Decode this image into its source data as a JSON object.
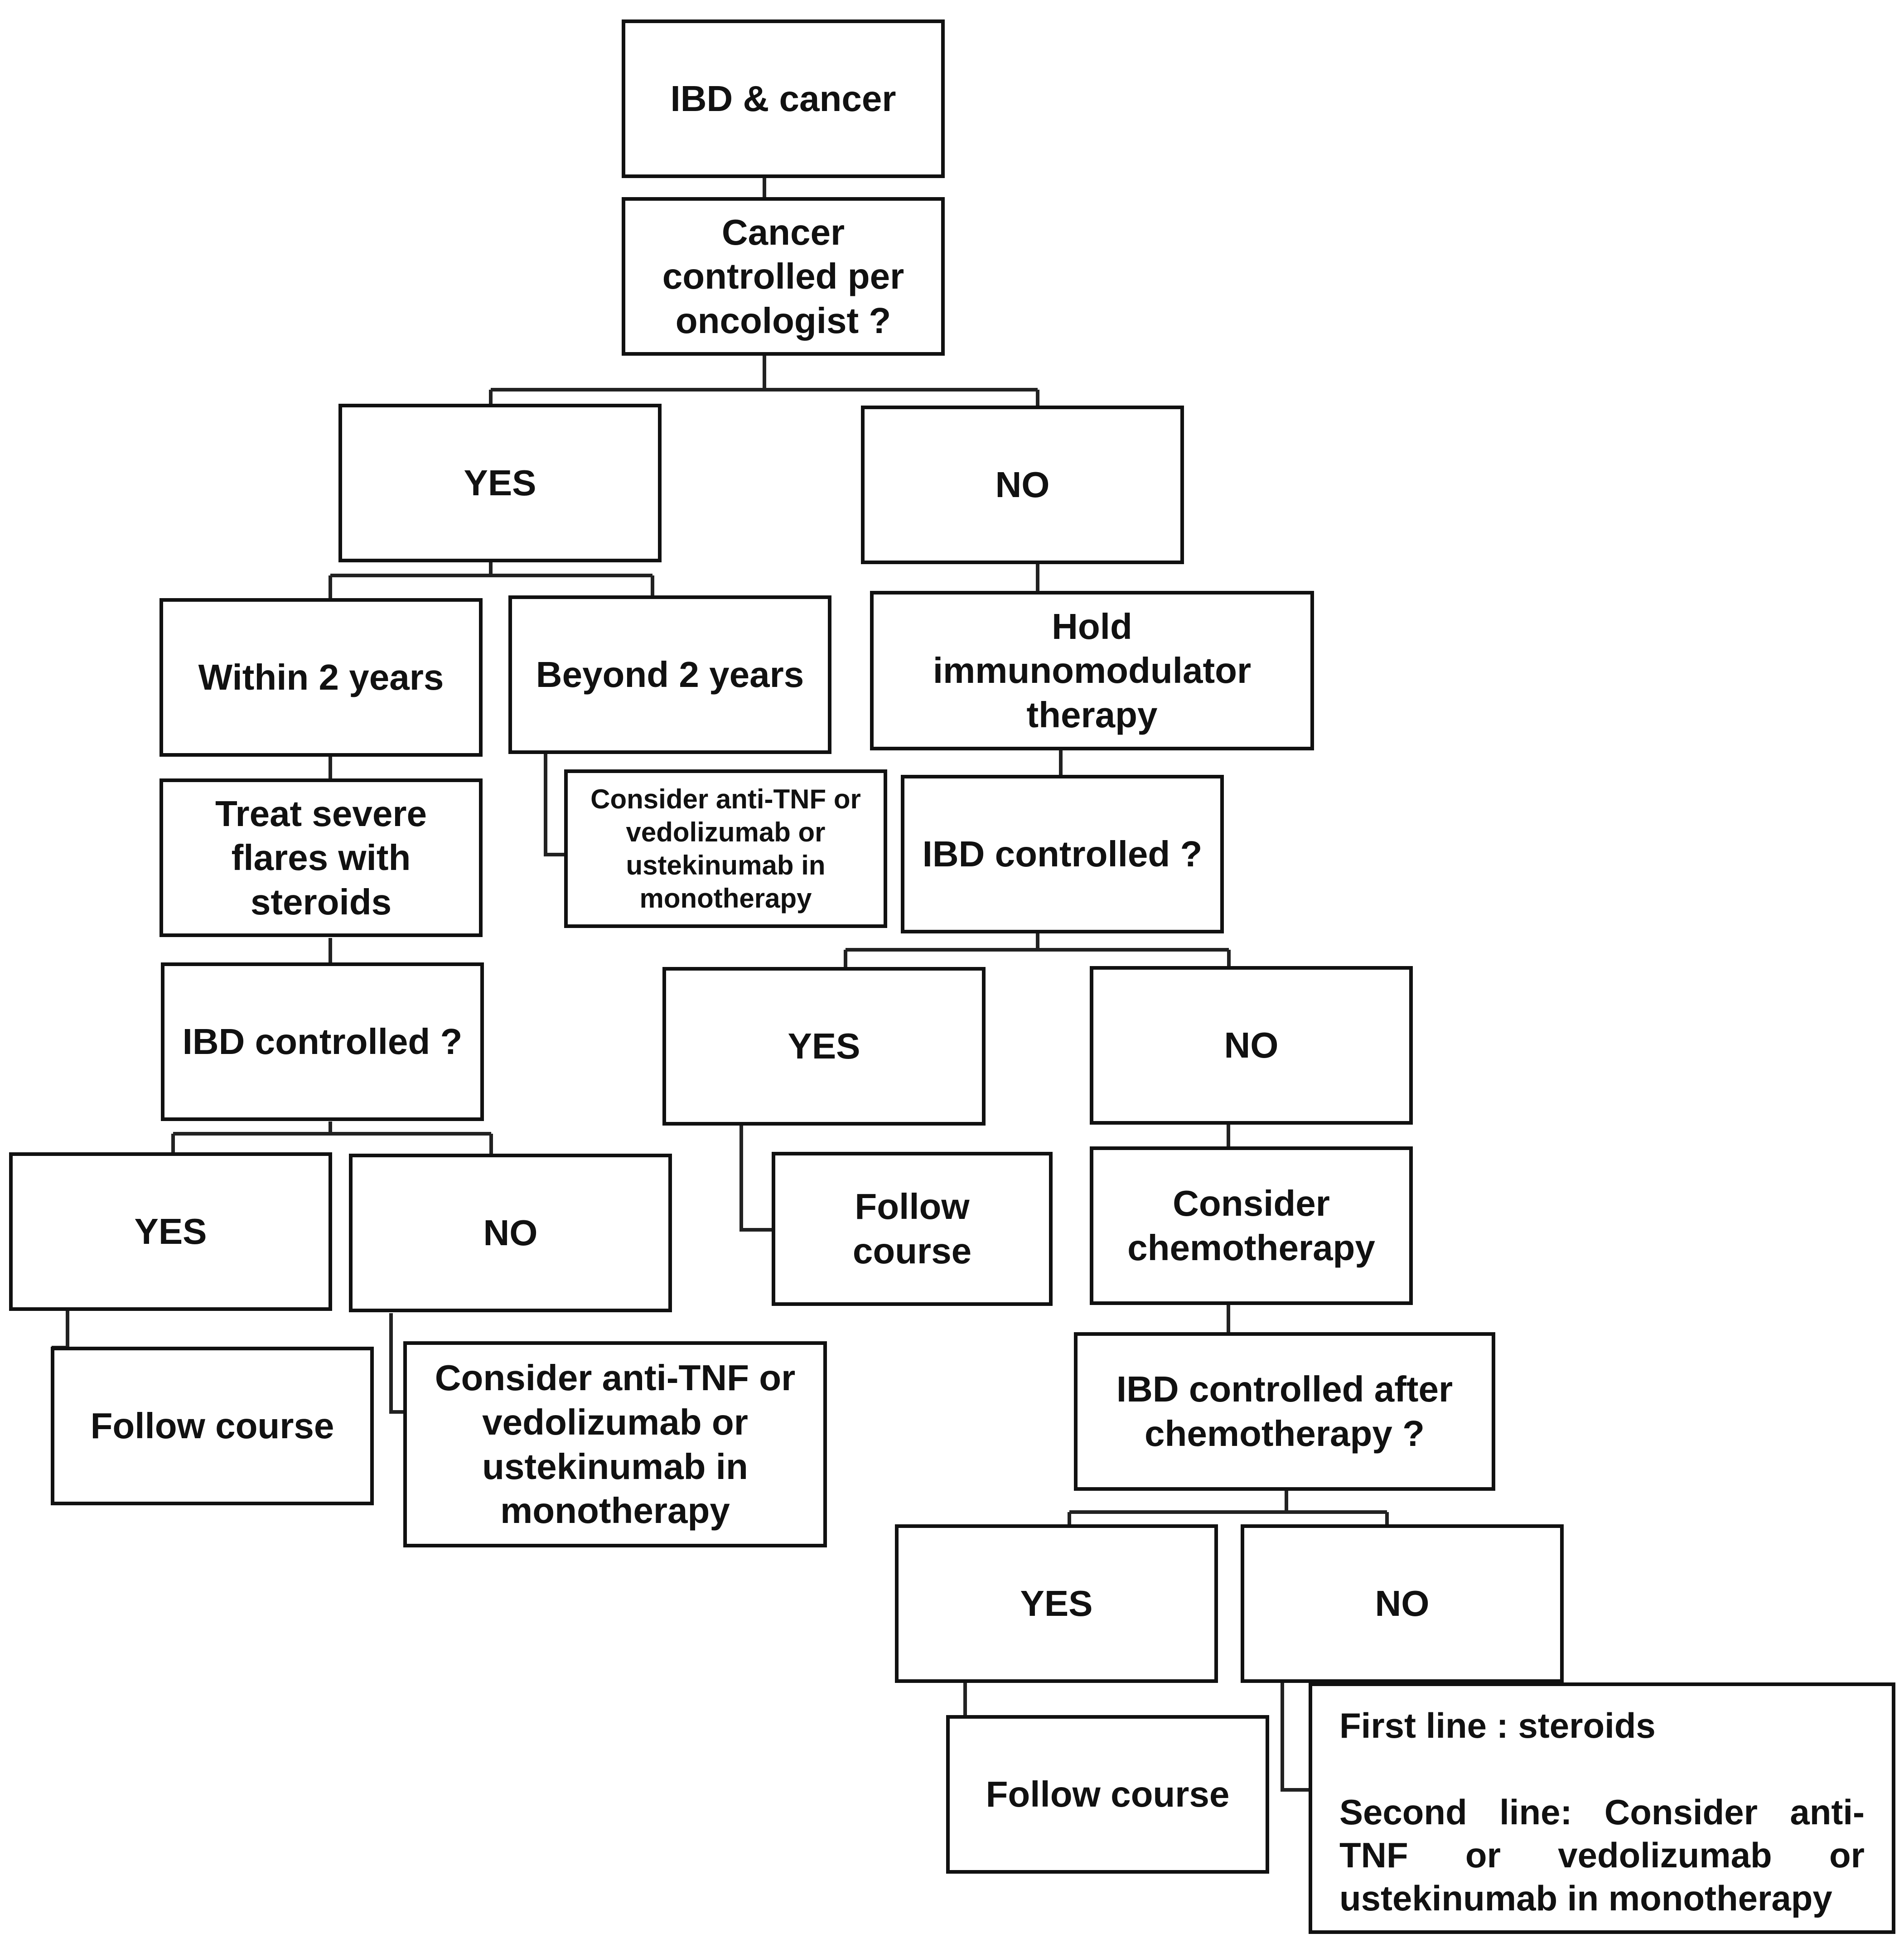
{
  "nodes": {
    "root": "IBD & cancer",
    "q_cancer": "Cancer\ncontrolled per\noncologist ?",
    "yes1": "YES",
    "no1": "NO",
    "within2": "Within 2 years",
    "beyond2": "Beyond 2 years",
    "beyond2_consider": "Consider anti-TNF or\nvedolizumab or\nustekinumab in\nmonotherapy",
    "treat_steroids": "Treat severe\nflares with\nsteroids",
    "q_ibd_left": "IBD controlled ?",
    "yes_left": "YES",
    "no_left": "NO",
    "follow_left": "Follow course",
    "consider_left": "Consider anti-TNF or\nvedolizumab or\nustekinumab in\nmonotherapy",
    "hold_immuno": "Hold\nimmunomodulator\ntherapy",
    "q_ibd_mid": "IBD controlled ?",
    "yes_mid": "YES",
    "no_mid": "NO",
    "follow_mid": "Follow\ncourse",
    "consider_chemo": "Consider\nchemotherapy",
    "q_ibd_chemo": "IBD controlled after\nchemotherapy ?",
    "yes_chemo": "YES",
    "no_chemo": "NO",
    "follow_chemo": "Follow course",
    "final_first_line": "First line : steroids",
    "final_second_line": "Second line: Consider anti-TNF or vedolizumab or ustekinumab in monotherapy"
  }
}
